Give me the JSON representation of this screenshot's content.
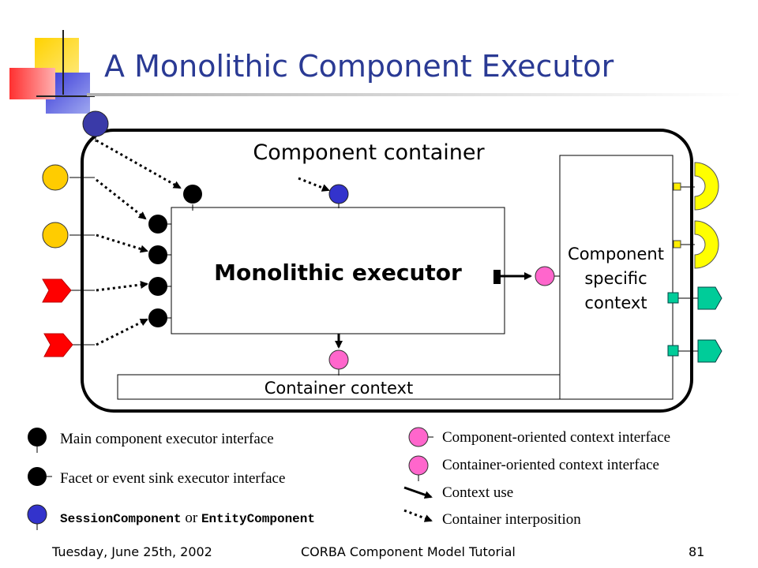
{
  "slide": {
    "title": "A Monolithic Component Executor"
  },
  "diagram": {
    "container_label": "Component container",
    "executor_label": "Monolithic executor",
    "specific_context_lines": [
      "Component",
      "specific",
      "context"
    ],
    "container_context_label": "Container context"
  },
  "legend": {
    "main_interface": "Main component executor interface",
    "facet_interface": "Facet or event sink executor interface",
    "session_component": "SessionComponent",
    "or_word": "or",
    "entity_component": "EntityComponent",
    "component_context_interface": "Component-oriented context interface",
    "container_context_interface": "Container-oriented context interface",
    "context_use": "Context use",
    "container_interposition": "Container interposition"
  },
  "footer": {
    "date": "Tuesday, June 25th, 2002",
    "course": "CORBA Component Model Tutorial",
    "page_number": "81"
  },
  "colors": {
    "title": "#2a3a94",
    "yellow": "#ffcc00",
    "red": "#ff0000",
    "blue": "#3333cc",
    "pink": "#ff66cc",
    "green": "#00cc99",
    "black": "#000000"
  }
}
